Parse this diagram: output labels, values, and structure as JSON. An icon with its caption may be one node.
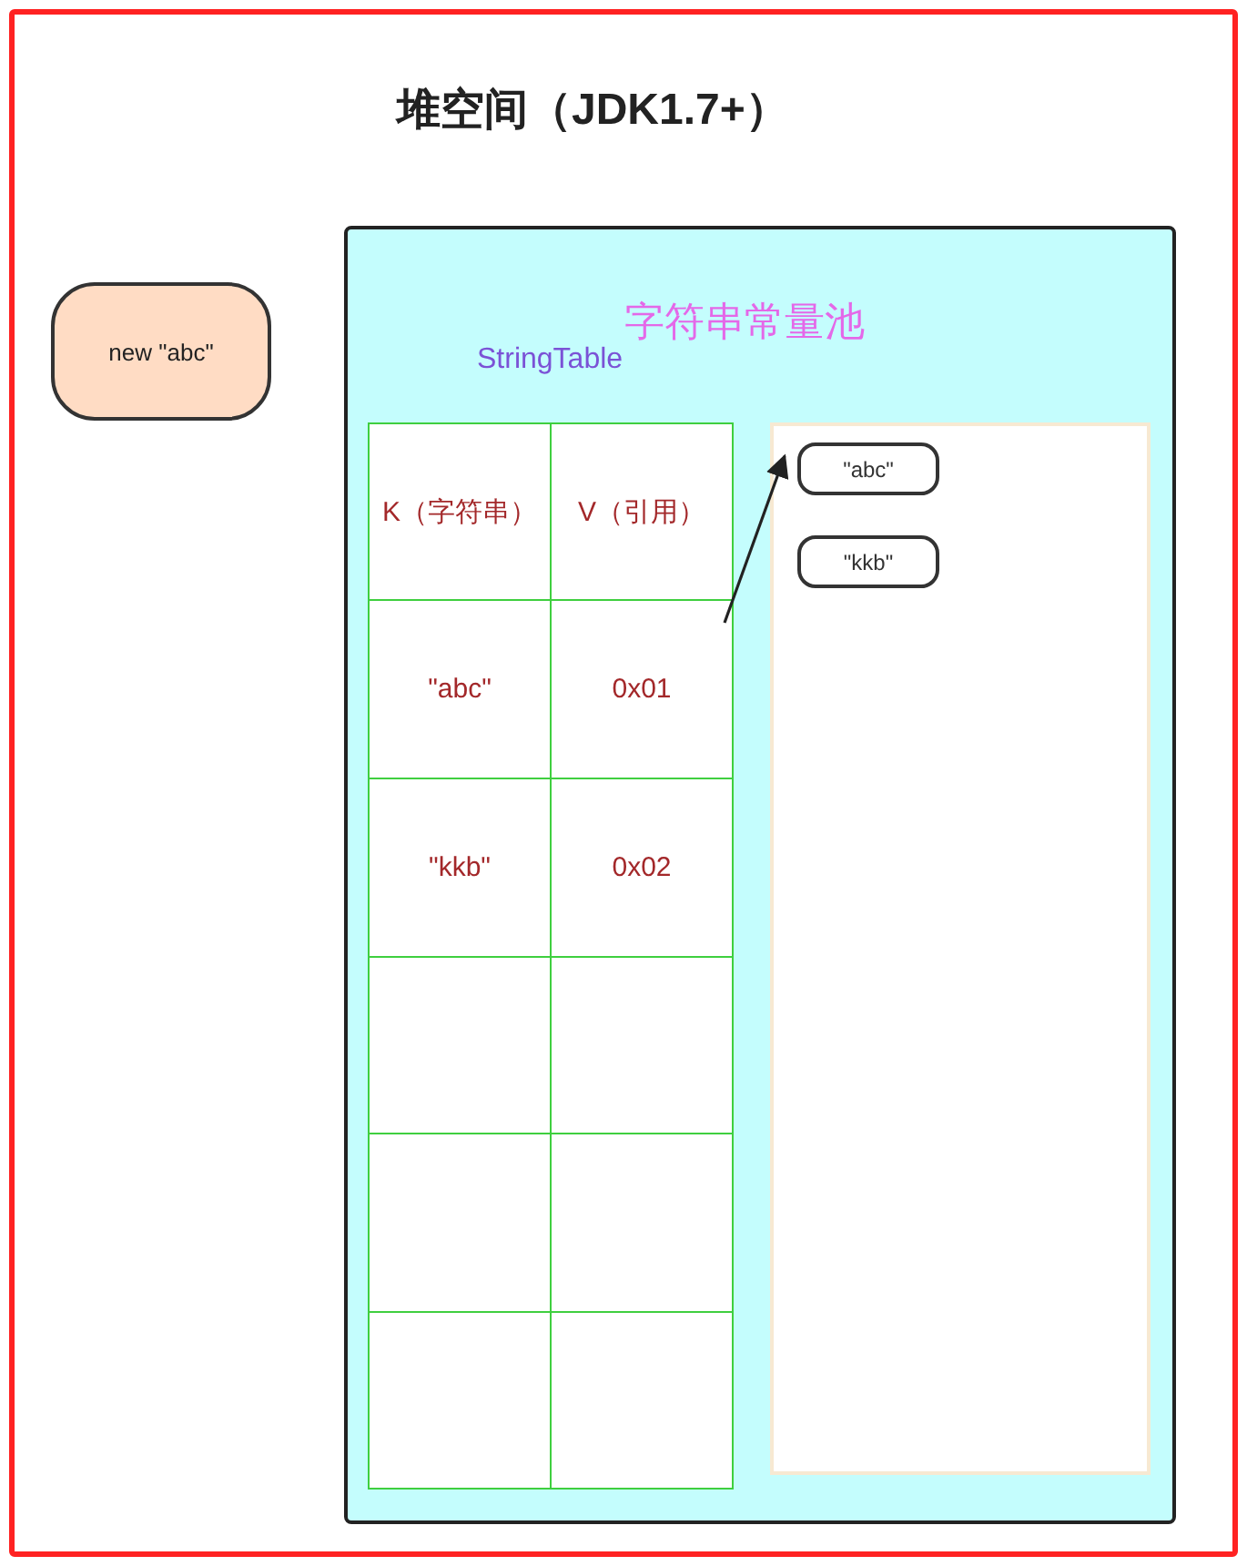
{
  "diagram": {
    "nodes": [
      {
        "text": [
          "堆空间（JDK1.7+）"
        ]
      },
      {
        "text": [
          "new \"abc\""
        ],
        "in": 0
      },
      {
        "text": [
          "字符串常量池",
          "StringTable"
        ],
        "in": 0
      },
      {
        "text": [
          "K（字符串）"
        ],
        "in": 2
      },
      {
        "text": [
          "V（引用）"
        ],
        "in": 2
      },
      {
        "text": [
          "\"abc\""
        ],
        "in": 2
      },
      {
        "text": [
          "0x01"
        ],
        "in": 2
      },
      {
        "text": [
          "\"kkb\""
        ],
        "in": 2
      },
      {
        "text": [
          "0x02"
        ],
        "in": 2
      },
      {
        "text": [],
        "shape": "box",
        "in": 2
      },
      {
        "text": [],
        "shape": "box",
        "in": 2
      },
      {
        "text": [],
        "shape": "box",
        "in": 2
      },
      {
        "text": [],
        "shape": "box",
        "in": 2
      },
      {
        "text": [],
        "shape": "box",
        "in": 2
      },
      {
        "text": [],
        "shape": "box",
        "in": 2
      },
      {
        "text": [],
        "shape": "box",
        "in": 2
      },
      {
        "text": [
          "\"abc\""
        ],
        "in": 15
      },
      {
        "text": [
          "\"kkb\""
        ],
        "in": 15
      }
    ],
    "edges": [
      {
        "from": 6,
        "to": 16,
        "arrow": "to"
      }
    ]
  }
}
